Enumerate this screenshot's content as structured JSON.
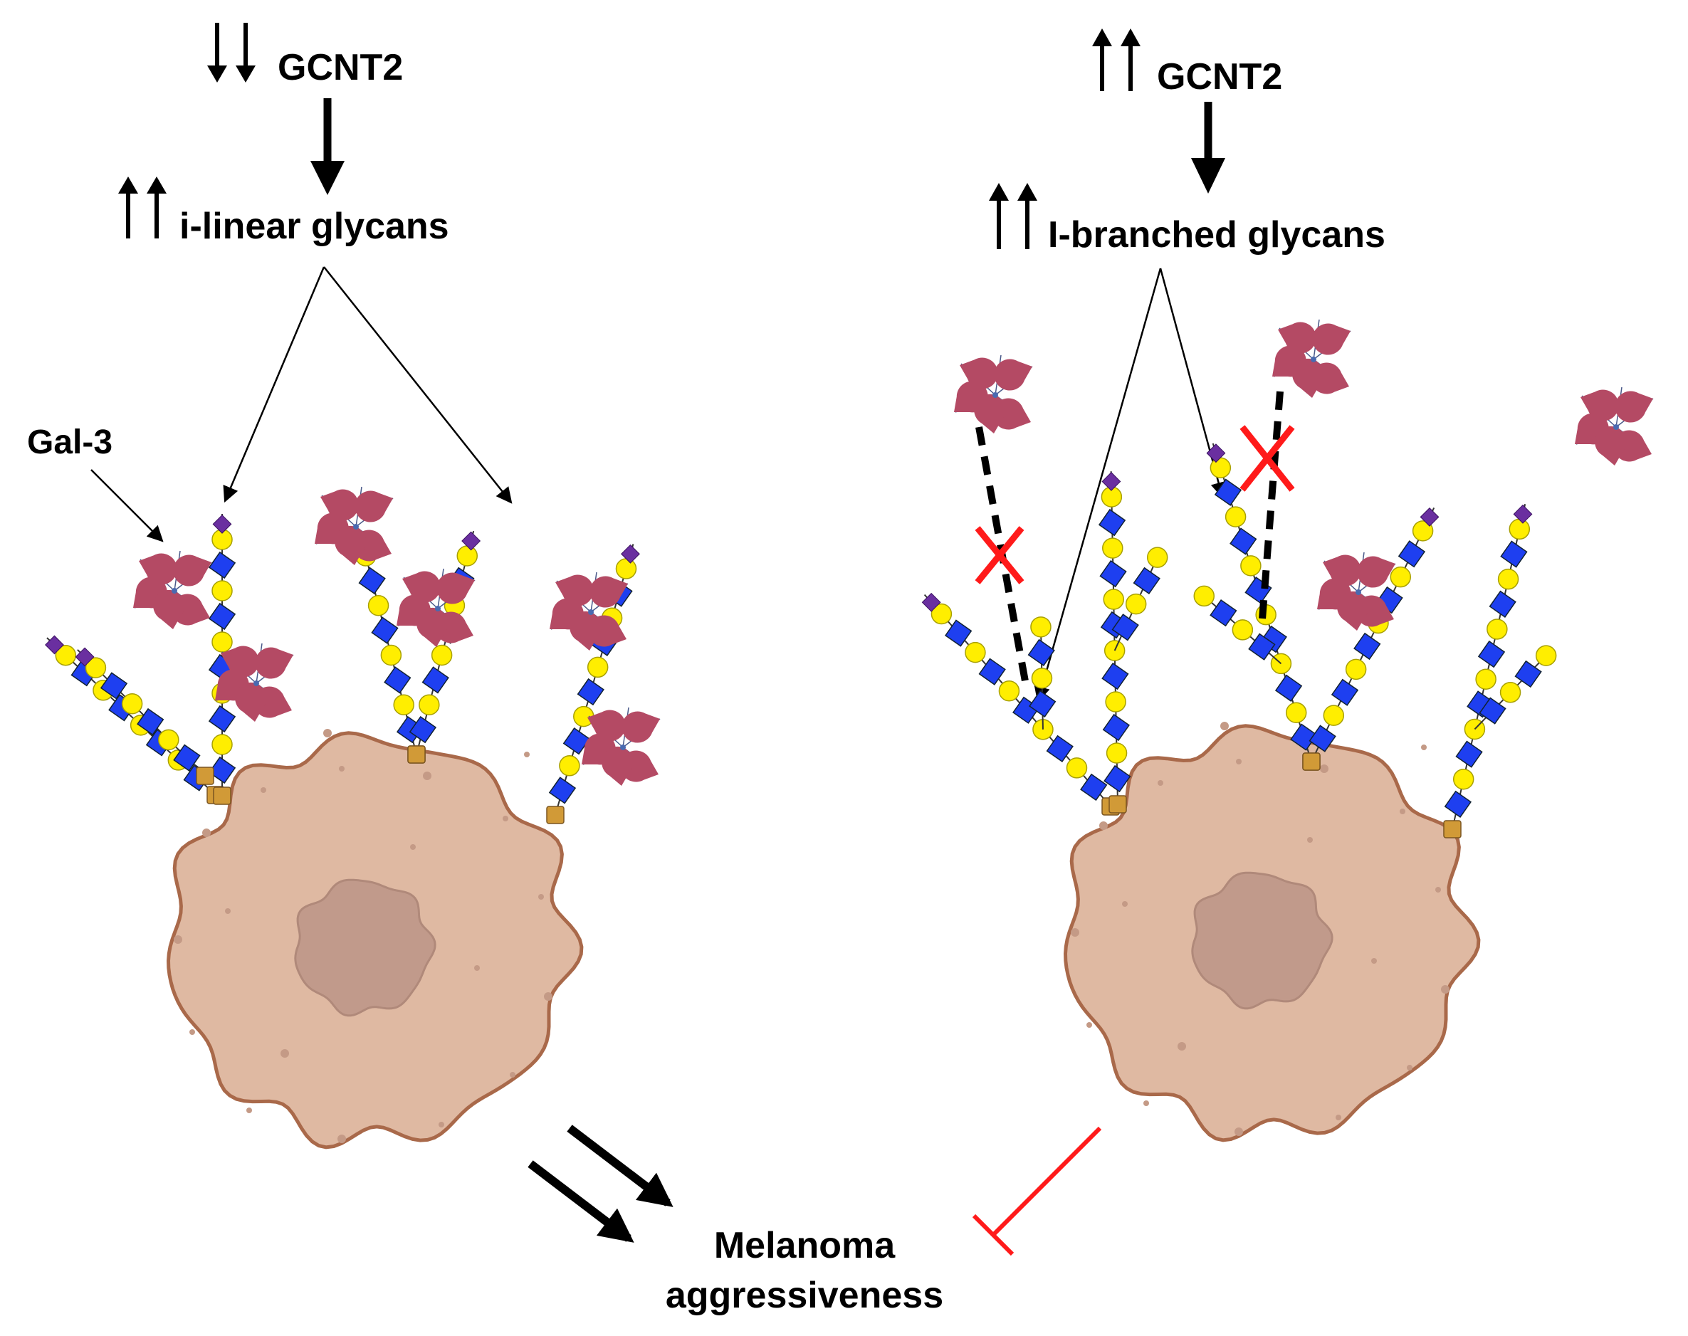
{
  "left_panel": {
    "gene_label": "GCNT2",
    "gene_direction": "down",
    "glycan_label": "i-linear glycans",
    "glycan_direction": "up",
    "lectin_label": "Gal-3"
  },
  "right_panel": {
    "gene_label": "GCNT2",
    "gene_direction": "up",
    "glycan_label": "I-branched glycans",
    "glycan_direction": "up"
  },
  "outcome": {
    "line1": "Melanoma",
    "line2": "aggressiveness"
  },
  "colors": {
    "cell_fill": "#dfb9a2",
    "cell_outline": "#a9694a",
    "nucleus_fill": "#c19a8b",
    "galactose": "#ffee00",
    "glcnac": "#1e3ff0",
    "sialic_acid": "#6a2fa0",
    "anchor": "#d19a37",
    "galectin": "#b44a64",
    "inhibit": "#ff1a1a"
  }
}
